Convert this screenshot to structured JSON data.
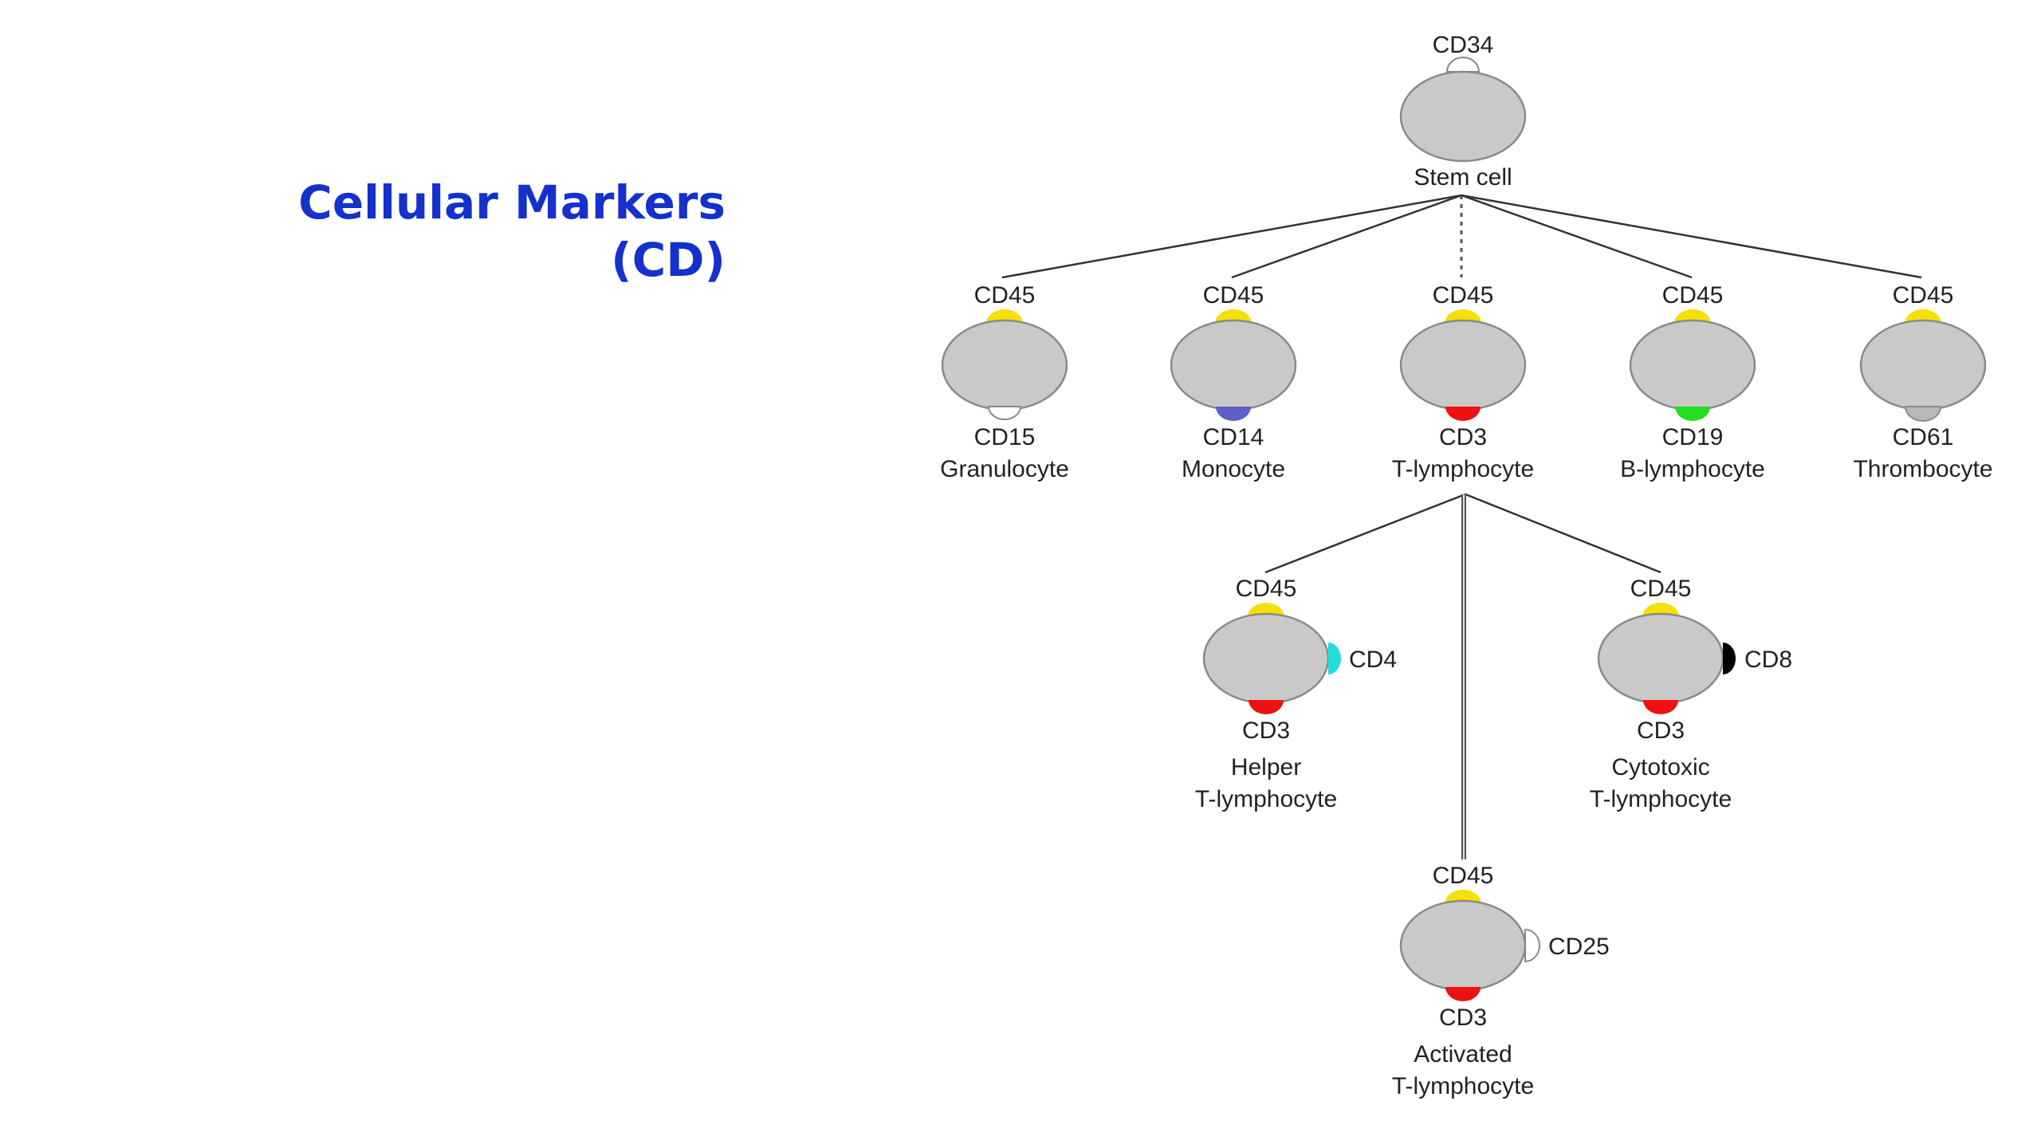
{
  "title": {
    "line1": "Cellular Markers",
    "line2": "(CD)"
  },
  "colors": {
    "title": "#1431cc",
    "cell": "#c9c9c9",
    "cd45": "#f5e000",
    "cd14": "#5b5fc7",
    "cd3": "#ee1111",
    "cd19": "#22dd22",
    "cd61": "#b8b8b8",
    "cd4": "#22dddd",
    "cd8": "#000000",
    "open_marker": "#ffffff"
  },
  "diagram": {
    "stem": {
      "top_marker": "CD34",
      "name": "Stem cell"
    },
    "level1": [
      {
        "top_marker": "CD45",
        "bottom_marker": "CD15",
        "name": "Granulocyte"
      },
      {
        "top_marker": "CD45",
        "bottom_marker": "CD14",
        "name": "Monocyte"
      },
      {
        "top_marker": "CD45",
        "bottom_marker": "CD3",
        "name": "T-lymphocyte"
      },
      {
        "top_marker": "CD45",
        "bottom_marker": "CD19",
        "name": "B-lymphocyte"
      },
      {
        "top_marker": "CD45",
        "bottom_marker": "CD61",
        "name": "Thrombocyte"
      }
    ],
    "helper": {
      "top_marker": "CD45",
      "side_marker": "CD4",
      "bottom_marker": "CD3",
      "name_line1": "Helper",
      "name_line2": "T-lymphocyte"
    },
    "cytotoxic": {
      "top_marker": "CD45",
      "side_marker": "CD8",
      "bottom_marker": "CD3",
      "name_line1": "Cytotoxic",
      "name_line2": "T-lymphocyte"
    },
    "activated": {
      "top_marker": "CD45",
      "side_marker": "CD25",
      "bottom_marker": "CD3",
      "name_line1": "Activated",
      "name_line2": "T-lymphocyte"
    }
  }
}
